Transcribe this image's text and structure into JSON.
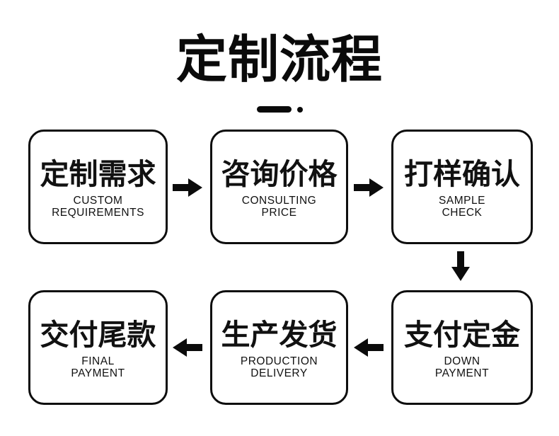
{
  "page": {
    "background": "#ffffff",
    "foreground": "#0d0d0d"
  },
  "header": {
    "title": "定制流程"
  },
  "flow": {
    "steps": [
      {
        "zh": "定制需求",
        "en1": "CUSTOM",
        "en2": "REQUIREMENTS"
      },
      {
        "zh": "咨询价格",
        "en1": "CONSULTING",
        "en2": "PRICE"
      },
      {
        "zh": "打样确认",
        "en1": "SAMPLE",
        "en2": "CHECK"
      },
      {
        "zh": "支付定金",
        "en1": "DOWN",
        "en2": "PAYMENT"
      },
      {
        "zh": "生产发货",
        "en1": "PRODUCTION",
        "en2": "DELIVERY"
      },
      {
        "zh": "交付尾款",
        "en1": "FINAL",
        "en2": "PAYMENT"
      }
    ],
    "arrows": [
      {
        "from_step": 1,
        "to_step": 2,
        "direction": "right"
      },
      {
        "from_step": 2,
        "to_step": 3,
        "direction": "right"
      },
      {
        "from_step": 3,
        "to_step": 4,
        "direction": "down"
      },
      {
        "from_step": 4,
        "to_step": 5,
        "direction": "left"
      },
      {
        "from_step": 5,
        "to_step": 6,
        "direction": "left"
      }
    ]
  }
}
